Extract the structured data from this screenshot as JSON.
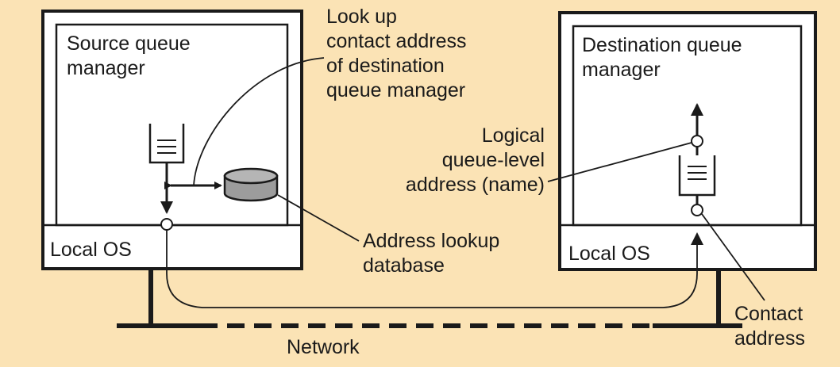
{
  "source": {
    "title": "Source queue\nmanager",
    "os_label": "Local OS"
  },
  "destination": {
    "title": "Destination queue\nmanager",
    "os_label": "Local OS"
  },
  "annotations": {
    "lookup": "Look up\ncontact address\nof destination\nqueue manager",
    "logical": "Logical\nqueue-level\naddress (name)",
    "database": "Address lookup\ndatabase",
    "contact": "Contact\naddress"
  },
  "network_label": "Network",
  "colors": {
    "background": "#FBE3B5",
    "box_fill": "#FFFFFF",
    "stroke": "#1A1A1A",
    "database_fill": "#9C9C9C"
  }
}
